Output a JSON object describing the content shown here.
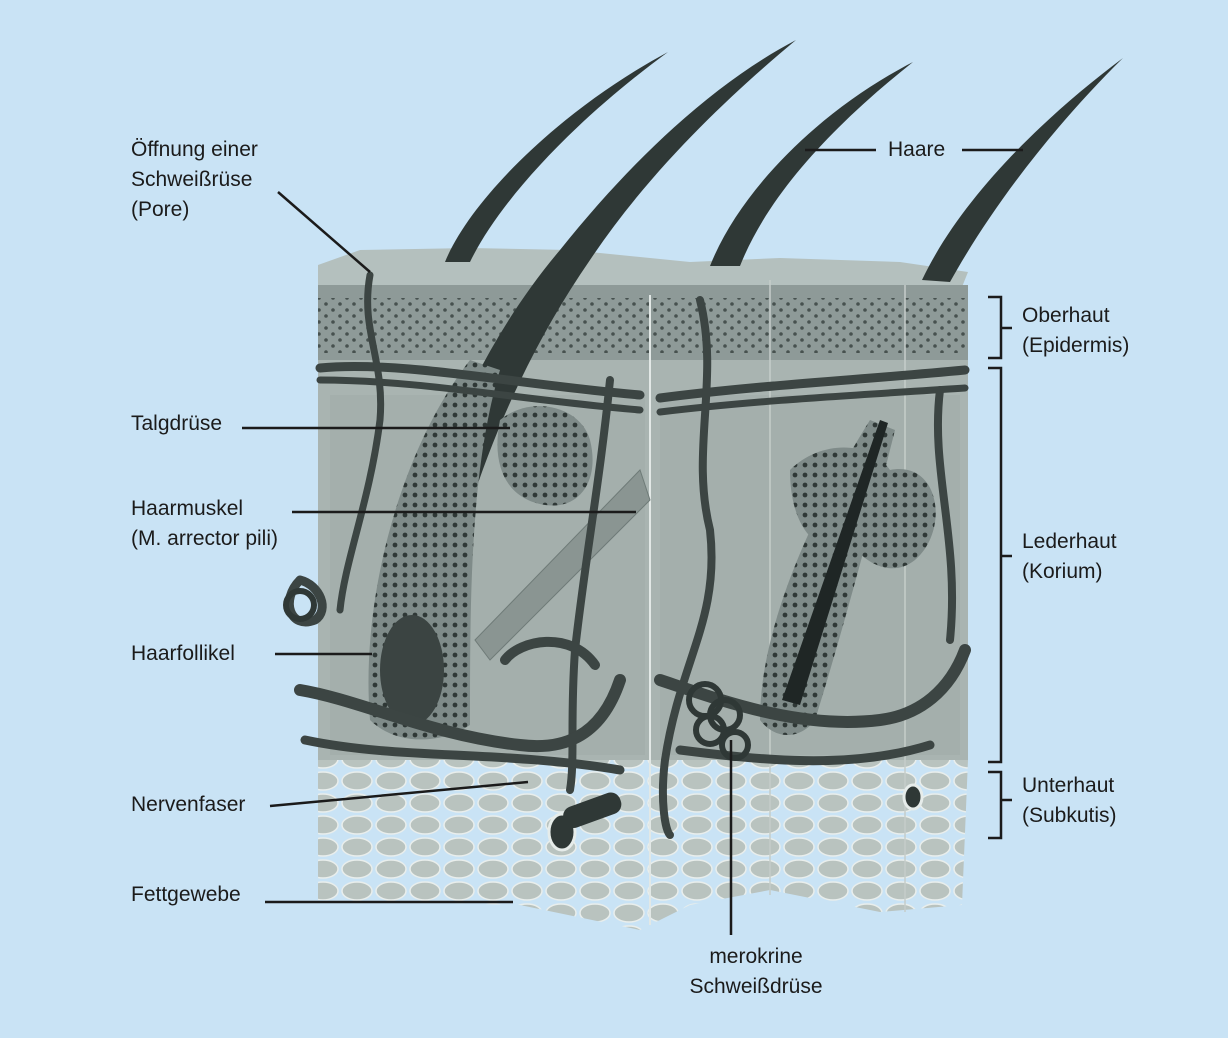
{
  "labels": {
    "pore": [
      "Öffnung einer",
      "Schweißrüse",
      "(Pore)"
    ],
    "haare": "Haare",
    "talgdruese": "Talgdrüse",
    "haarmuskel": [
      "Haarmuskel",
      "(M. arrector pili)"
    ],
    "haarfollikel": "Haarfollikel",
    "nervenfaser": "Nervenfaser",
    "fettgewebe": "Fettgewebe",
    "schweissdruese": [
      "merokrine",
      "Schweißdrüse"
    ],
    "oberhaut": [
      "Oberhaut",
      "(Epidermis)"
    ],
    "lederhaut": [
      "Lederhaut",
      "(Korium)"
    ],
    "unterhaut": [
      "Unterhaut",
      "(Subkutis)"
    ]
  },
  "colors": {
    "background": "#c9e3f5",
    "epidermis": "#8e9a98",
    "dermis": "#a9b4b1",
    "subcutis": "#c7d0cc",
    "structure": "#3c4543",
    "line": "#1b1b1b"
  }
}
